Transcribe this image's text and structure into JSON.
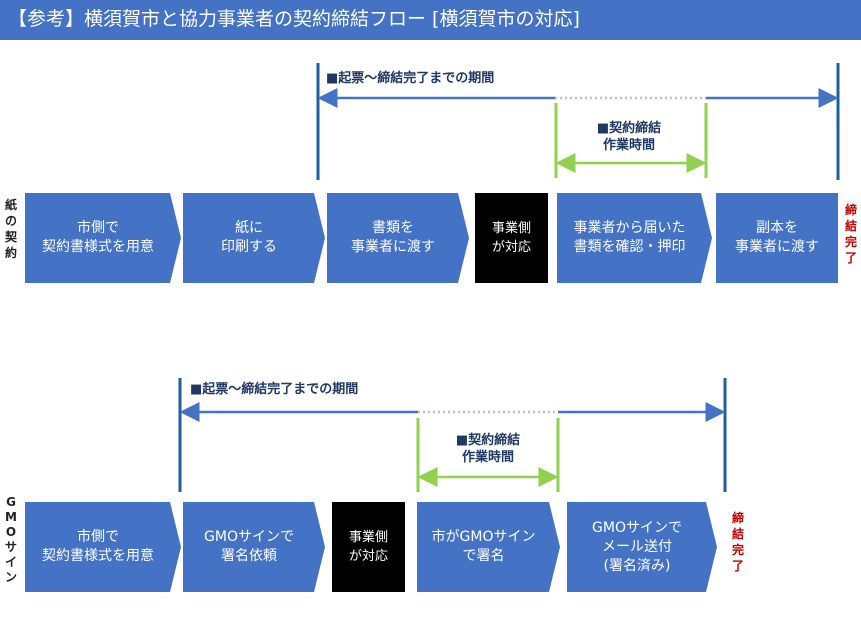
{
  "title": "【参考】横須賀市と協力事業者の契約締結フロー [横須賀市の対応]",
  "paper": {
    "row_label": "紙\nの\n契\n約",
    "period_label": "■起票～締結完了までの期間",
    "work_label": "■契約締結\n作業時間",
    "steps": [
      "市側で\n契約書様式を用意",
      "紙に\n印刷する",
      "書類を\n事業者に渡す",
      "事業側\nが対応",
      "事業者から届いた\n書類を確認・押印",
      "副本を\n事業者に渡す"
    ],
    "end_label": "締\n結\n完\n了"
  },
  "gmo": {
    "row_label": "G\nM\nO\nサ\nイ\nン",
    "period_label": "■起票～締結完了までの期間",
    "work_label": "■契約締結\n作業時間",
    "steps": [
      "市側で\n契約書様式を用意",
      "GMOサインで\n署名依頼",
      "事業側\nが対応",
      "市がGMOサイン\nで署名",
      "GMOサインで\nメール送付\n(署名済み)"
    ],
    "end_label": "締\n結\n完\n了"
  },
  "colors": {
    "title_bg": "#4472C4",
    "step_blue": "#4472C4",
    "vendor_black": "#000000",
    "bracket_blue": "#1F5F9F",
    "work_green": "#92D050",
    "end_red": "#C00000"
  }
}
